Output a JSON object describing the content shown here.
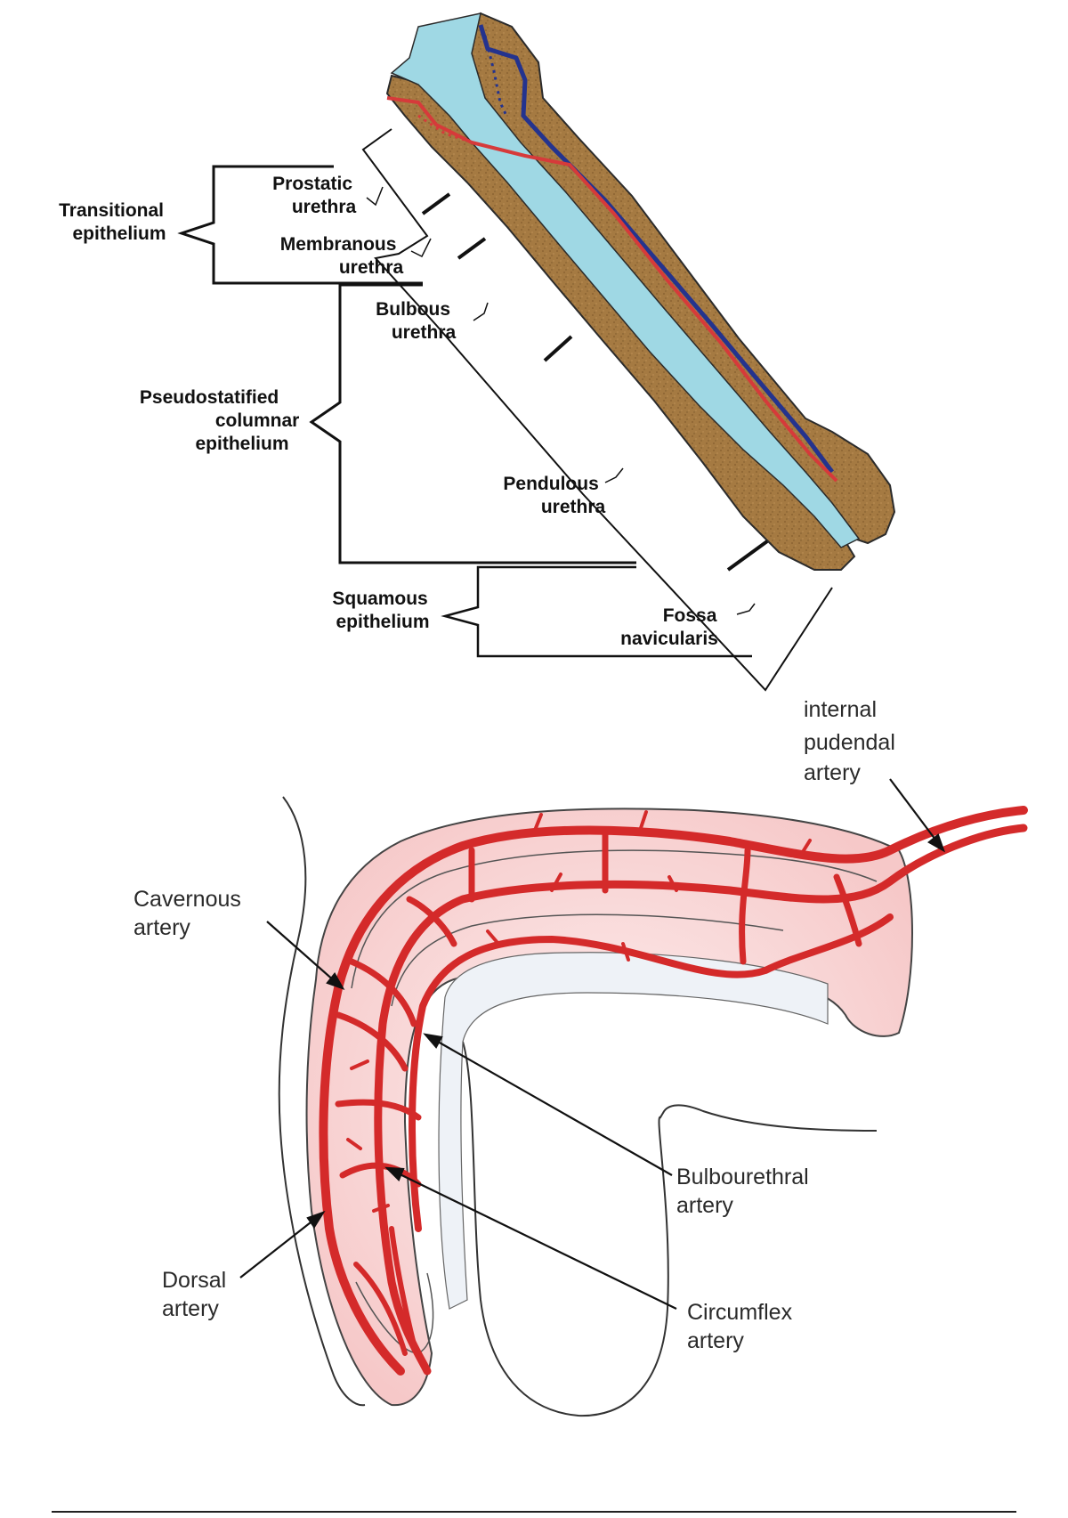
{
  "urethra_diagram": {
    "regions": {
      "prostatic": [
        "Prostatic",
        "urethra"
      ],
      "membranous": [
        "Membranous",
        "urethra"
      ],
      "bulbous": [
        "Bulbous",
        "urethra"
      ],
      "pendulous": [
        "Pendulous",
        "urethra"
      ],
      "fossa": [
        "Fossa",
        "navicularis"
      ]
    },
    "epithelium": {
      "transitional": [
        "Transitional",
        "epithelium"
      ],
      "pseudostratified": [
        "Pseudostatified",
        "columnar",
        "epithelium"
      ],
      "squamous": [
        "Squamous",
        "epithelium"
      ]
    },
    "colors": {
      "tissue": "#a57a42",
      "lumen": "#9fd8e4",
      "artery": "#d63a3a",
      "vein": "#24338e"
    }
  },
  "artery_diagram": {
    "labels": {
      "internal_pudendal": [
        "internal",
        "pudendal",
        "artery"
      ],
      "cavernous": [
        "Cavernous",
        "artery"
      ],
      "bulbourethral": [
        "Bulbourethral",
        "artery"
      ],
      "dorsal": [
        "Dorsal",
        "artery"
      ],
      "circumflex": [
        "Circumflex",
        "artery"
      ]
    },
    "colors": {
      "artery": "#d42a2a",
      "tissue_tint": "#fbe3e3"
    }
  }
}
